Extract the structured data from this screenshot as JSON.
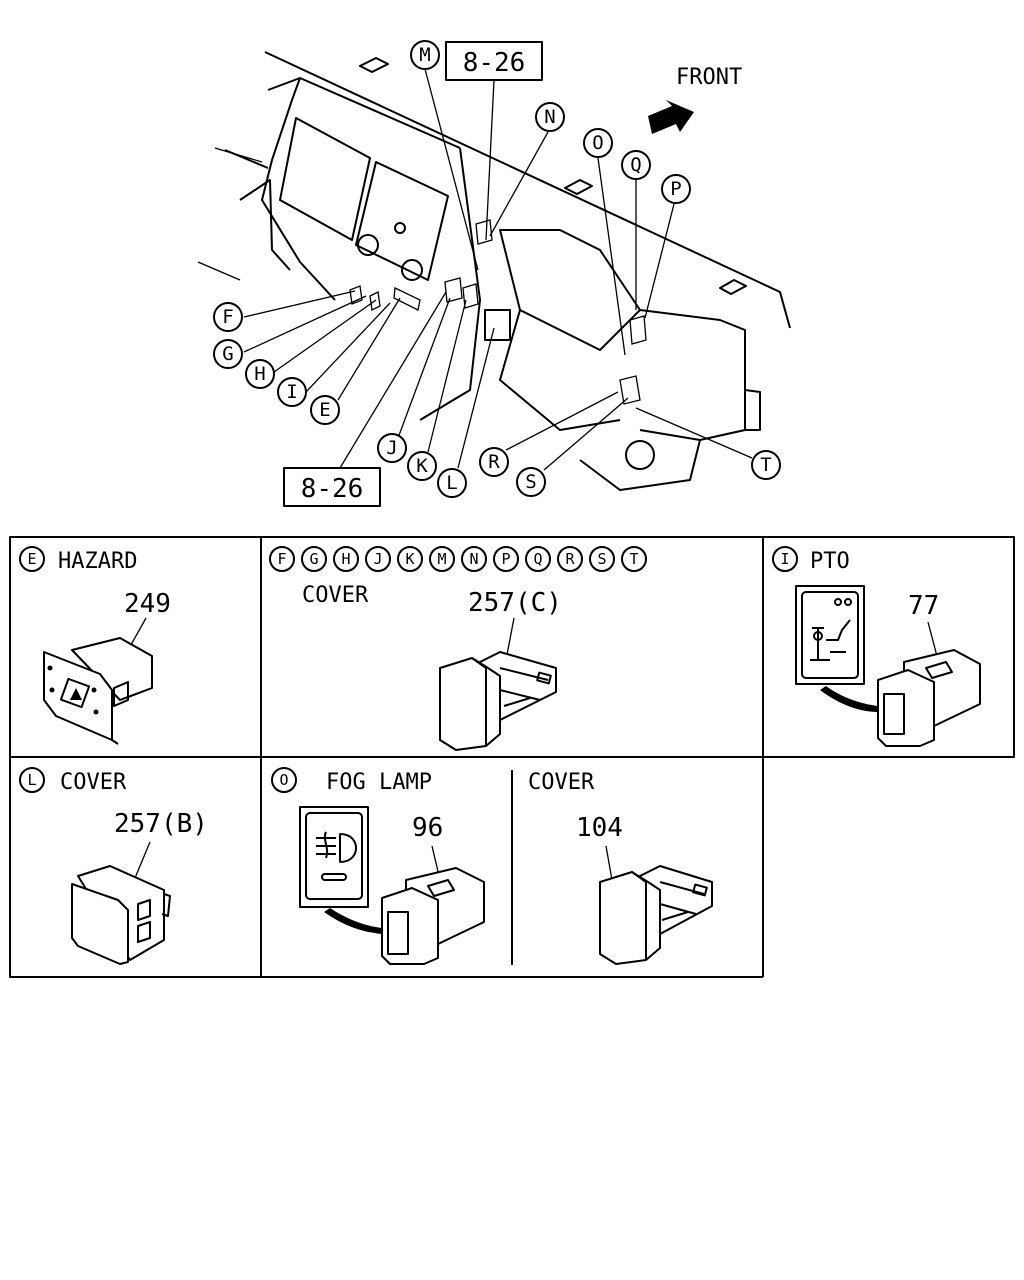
{
  "overview": {
    "ref_top": "8-26",
    "ref_bottom": "8-26",
    "front_label": "FRONT",
    "callouts": {
      "M": "M",
      "N": "N",
      "O": "O",
      "Q": "Q",
      "P": "P",
      "F": "F",
      "G": "G",
      "H": "H",
      "I": "I",
      "E": "E",
      "J": "J",
      "K": "K",
      "L": "L",
      "R": "R",
      "S": "S",
      "T": "T"
    }
  },
  "panels": {
    "hazard": {
      "letter": "E",
      "title": "HAZARD",
      "part": "249"
    },
    "cover_c": {
      "letters": [
        "F",
        "G",
        "H",
        "J",
        "K",
        "M",
        "N",
        "P",
        "Q",
        "R",
        "S",
        "T"
      ],
      "title": "COVER",
      "part": "257(C)"
    },
    "pto": {
      "letter": "I",
      "title": "PTO",
      "part": "77"
    },
    "cover_b": {
      "letter": "L",
      "title": "COVER",
      "part": "257(B)"
    },
    "fog_lamp": {
      "letter": "O",
      "title": "FOG LAMP",
      "part": "96"
    },
    "cover_104": {
      "title": "COVER",
      "part": "104"
    }
  }
}
